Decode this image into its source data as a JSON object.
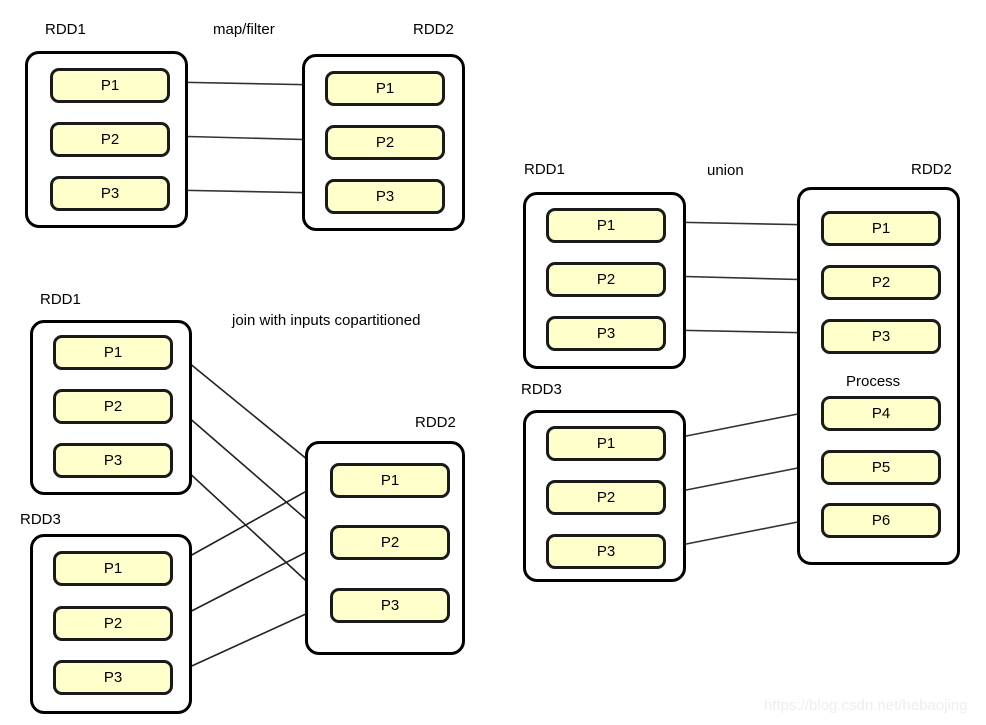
{
  "diagram": {
    "title_watermark": "https://blog.csdn.net/hebaojing",
    "sections": {
      "map_filter": {
        "operation_label": "map/filter",
        "source_label": "RDD1",
        "target_label": "RDD2",
        "source_partitions": [
          "P1",
          "P2",
          "P3"
        ],
        "target_partitions": [
          "P1",
          "P2",
          "P3"
        ]
      },
      "join": {
        "operation_label": "join with inputs copartitioned",
        "source1_label": "RDD1",
        "source2_label": "RDD3",
        "target_label": "RDD2",
        "source1_partitions": [
          "P1",
          "P2",
          "P3"
        ],
        "source2_partitions": [
          "P1",
          "P2",
          "P3"
        ],
        "target_partitions": [
          "P1",
          "P2",
          "P3"
        ]
      },
      "union": {
        "operation_label": "union",
        "source1_label": "RDD1",
        "source2_label": "RDD3",
        "target_label": "RDD2",
        "process_label": "Process",
        "source1_partitions": [
          "P1",
          "P2",
          "P3"
        ],
        "source2_partitions": [
          "P1",
          "P2",
          "P3"
        ],
        "target_partitions": [
          "P1",
          "P2",
          "P3",
          "P4",
          "P5",
          "P6"
        ]
      }
    },
    "colors": {
      "partition_fill": "#ffffcc",
      "partition_border": "#1a1a1a",
      "container_border": "#000000",
      "wire": "#333333",
      "background": "#ffffff",
      "watermark": "#eeeeee"
    }
  }
}
